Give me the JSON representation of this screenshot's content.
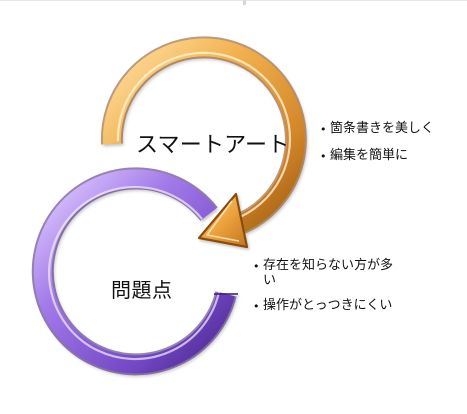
{
  "nodes": [
    {
      "label": "スマートアート",
      "color": "#f0a23e",
      "bullets": [
        "箇条書きを美しく",
        "編集を簡単に"
      ]
    },
    {
      "label": "問題点",
      "color": "#8f63db",
      "bullets": [
        "存在を知らない方が多い",
        "操作がとっつきにくい"
      ]
    }
  ]
}
